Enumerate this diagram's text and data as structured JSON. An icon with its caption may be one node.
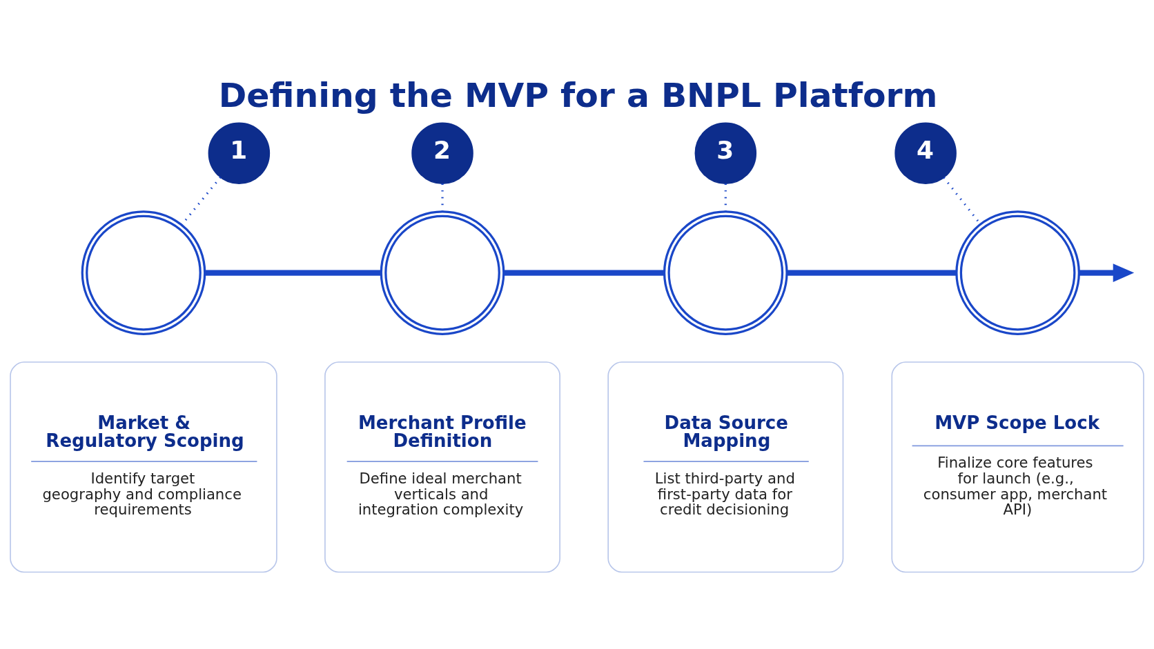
{
  "diagram": {
    "title": "Defining the MVP for a BNPL Platform",
    "nodes": [
      {
        "text": [
          "1"
        ]
      },
      {
        "text": [
          "2"
        ]
      },
      {
        "text": [
          "3"
        ]
      },
      {
        "text": [
          "4"
        ]
      },
      {
        "text": [],
        "shape": "circle"
      },
      {
        "text": [],
        "shape": "circle"
      },
      {
        "text": [],
        "shape": "circle"
      },
      {
        "text": [],
        "shape": "circle"
      },
      {
        "text": [
          "Market & Regulatory Scoping",
          "Identify target geography and compliance requirements"
        ]
      },
      {
        "text": [
          "Merchant Profile Definition",
          "Define ideal merchant verticals and integration complexity"
        ]
      },
      {
        "text": [
          "Data Source Mapping",
          "List third-party and first-party data for credit decisioning"
        ]
      },
      {
        "text": [
          "MVP Scope Lock",
          "Finalize core features for launch (e.g., consumer app, merchant API)"
        ]
      }
    ],
    "edges": [
      {
        "from": 0,
        "to": 4,
        "arrow": "none",
        "style": "dashed"
      },
      {
        "from": 1,
        "to": 5,
        "arrow": "none",
        "style": "dashed"
      },
      {
        "from": 2,
        "to": 6,
        "arrow": "none",
        "style": "dashed"
      },
      {
        "from": 3,
        "to": 7,
        "arrow": "none",
        "style": "dashed"
      },
      {
        "from": 4,
        "to": 5,
        "arrow": "none",
        "style": "thick"
      },
      {
        "from": 5,
        "to": 6,
        "arrow": "none",
        "style": "thick"
      },
      {
        "from": 6,
        "to": 7,
        "arrow": "none",
        "style": "thick"
      },
      {
        "from": 7,
        "to": null,
        "arrow": "to",
        "style": "thick"
      }
    ]
  }
}
